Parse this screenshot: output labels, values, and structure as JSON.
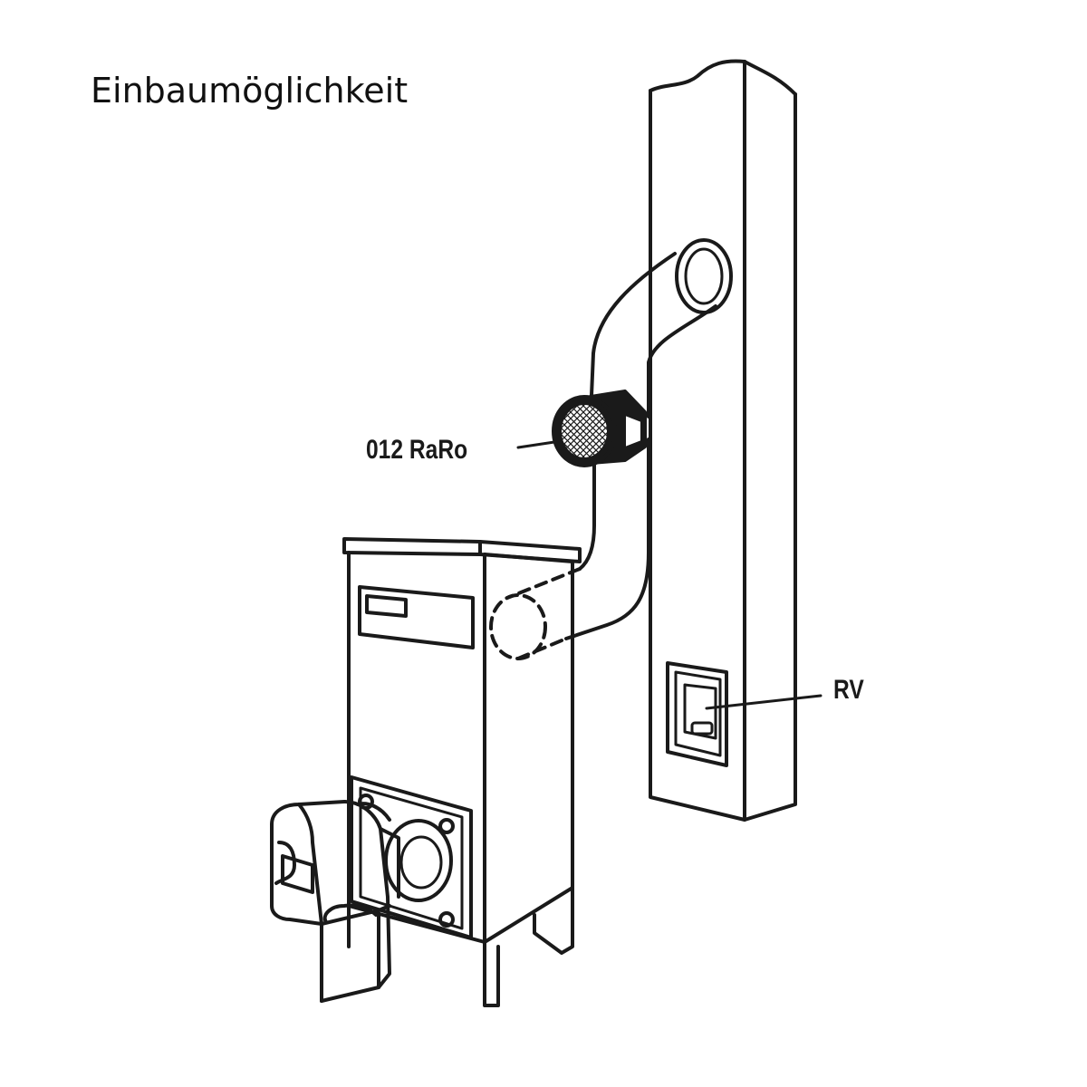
{
  "title": "Einbaumöglichkeit",
  "labels": {
    "damper": "012 RaRo",
    "rv": "RV"
  },
  "colors": {
    "line": "#1a1a1a",
    "background": "#ffffff"
  }
}
